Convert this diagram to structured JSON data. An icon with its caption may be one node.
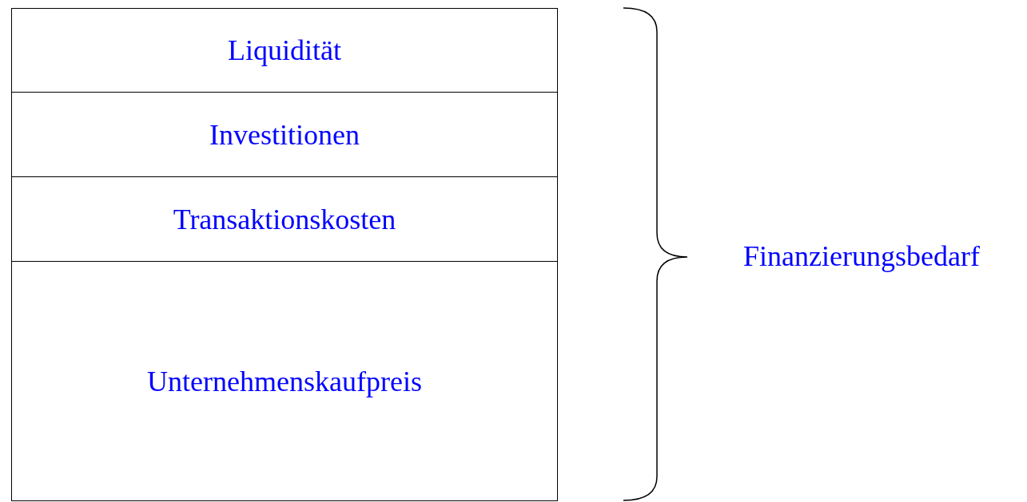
{
  "diagram": {
    "nodes": [
      {
        "text": [
          "Liquidität"
        ]
      },
      {
        "text": [
          "Investitionen"
        ]
      },
      {
        "text": [
          "Transaktionskosten"
        ]
      },
      {
        "text": [
          "Unternehmenskaufpreis"
        ]
      }
    ],
    "edges": [],
    "labels": [
      "Finanzierungsbedarf"
    ]
  }
}
